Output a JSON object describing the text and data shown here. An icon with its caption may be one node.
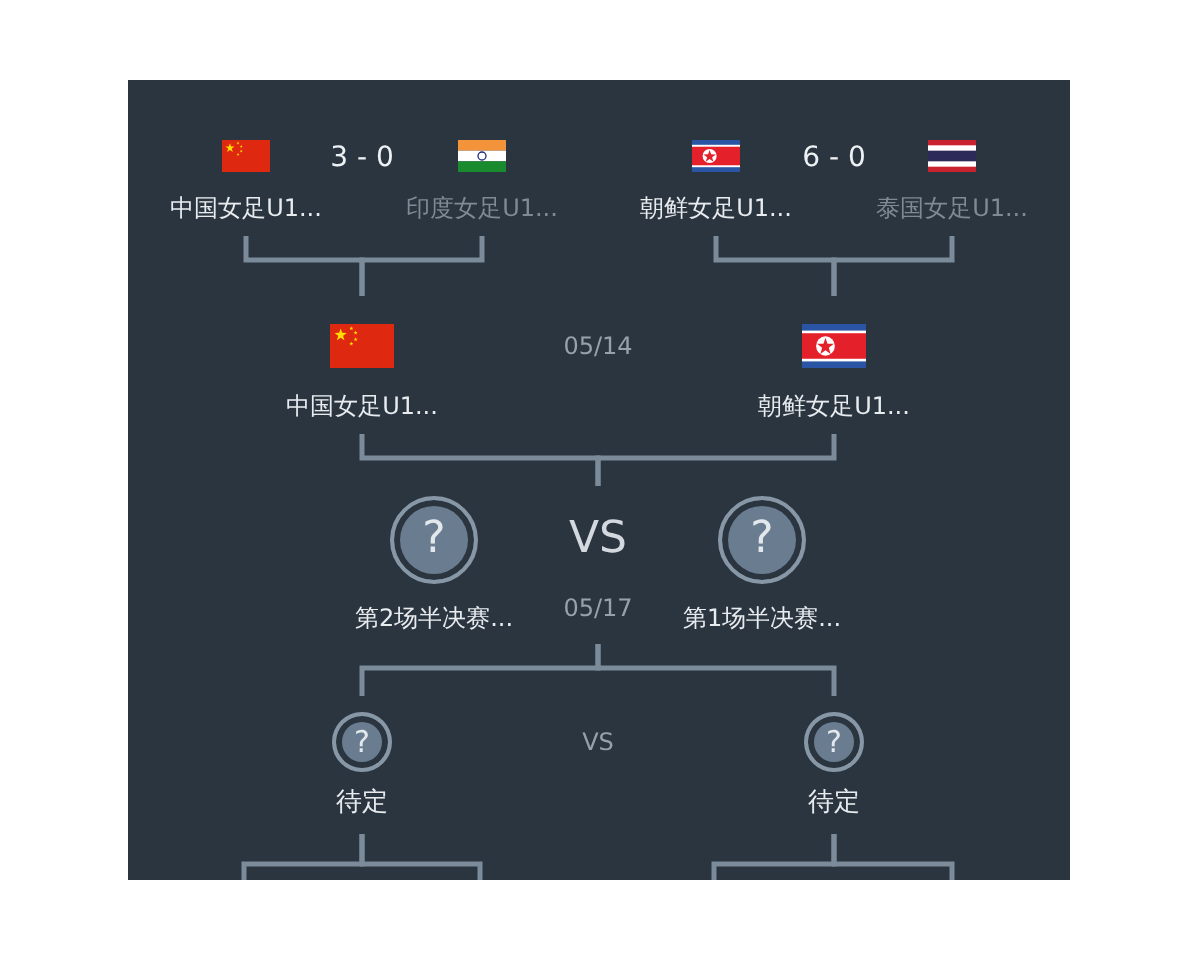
{
  "diagram": {
    "nodes": [
      {
        "text": [
          "中国女足U1..."
        ]
      },
      {
        "text": [
          "印度女足U1..."
        ]
      },
      {
        "text": [
          "朝鲜女足U1..."
        ]
      },
      {
        "text": [
          "泰国女足U1..."
        ]
      },
      {
        "text": [
          "中国女足U1..."
        ]
      },
      {
        "text": [
          "朝鲜女足U1..."
        ]
      },
      {
        "text": [
          "?",
          "第2场半决赛..."
        ]
      },
      {
        "text": [
          "VS",
          "05/17"
        ]
      },
      {
        "text": [
          "?",
          "第1场半决赛..."
        ]
      },
      {
        "text": [
          "?",
          "待定"
        ]
      },
      {
        "text": [
          "?",
          "待定"
        ]
      }
    ],
    "edges": [
      {
        "from": 0,
        "to": 4,
        "arrow": "none"
      },
      {
        "from": 1,
        "to": 4,
        "arrow": "none"
      },
      {
        "from": 2,
        "to": 5,
        "arrow": "none"
      },
      {
        "from": 3,
        "to": 5,
        "arrow": "none"
      },
      {
        "from": 4,
        "to": 7,
        "arrow": "none"
      },
      {
        "from": 5,
        "to": 7,
        "arrow": "none"
      },
      {
        "from": 7,
        "to": 9,
        "arrow": "none"
      },
      {
        "from": 7,
        "to": 10,
        "arrow": "none"
      },
      {
        "from": 9,
        "to": null,
        "arrow": "none"
      },
      {
        "from": 9,
        "to": null,
        "arrow": "none"
      },
      {
        "from": 10,
        "to": null,
        "arrow": "none"
      },
      {
        "from": 10,
        "to": null,
        "arrow": "none"
      }
    ],
    "labels": [
      "3 - 0",
      "6 - 0",
      "05/14",
      "VS"
    ]
  }
}
